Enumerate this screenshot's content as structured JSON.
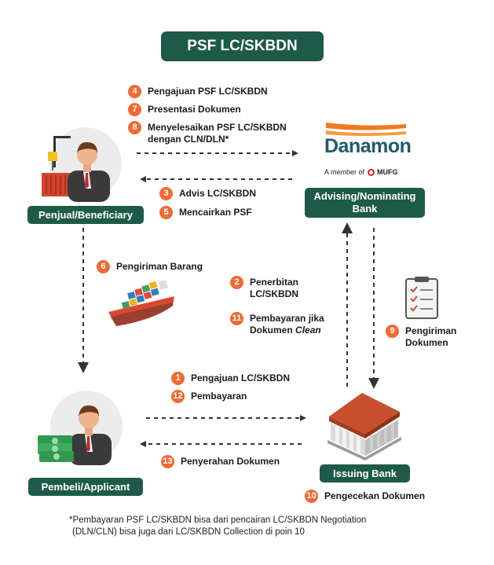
{
  "title": "PSF LC/SKBDN",
  "nodes": {
    "seller": "Penjual/Beneficiary",
    "bank_advising": "Advising/Nominating Bank",
    "buyer": "Pembeli/Applicant",
    "issuing_bank": "Issuing Bank"
  },
  "danamon": {
    "name": "Danamon",
    "member_prefix": "A member of",
    "member_brand": "MUFG"
  },
  "steps": {
    "s4": {
      "num": "4",
      "label": "Pengajuan PSF LC/SKBDN"
    },
    "s7": {
      "num": "7",
      "label": "Presentasi Dokumen"
    },
    "s8": {
      "num": "8",
      "label_line1": "Menyelesaikan PSF LC/SKBDN",
      "label_line2": "dengan CLN/DLN*"
    },
    "s3": {
      "num": "3",
      "label": "Advis LC/SKBDN"
    },
    "s5": {
      "num": "5",
      "label": "Mencairkan PSF"
    },
    "s6": {
      "num": "6",
      "label": "Pengiriman Barang"
    },
    "s2": {
      "num": "2",
      "label_line1": "Penerbitan",
      "label_line2": "LC/SKBDN"
    },
    "s11": {
      "num": "11",
      "label_line1": "Pembayaran jika",
      "label_line2_prefix": "Dokumen",
      "label_line2_italic": "Clean"
    },
    "s9": {
      "num": "9",
      "label_line1": "Pengiriman",
      "label_line2": "Dokumen"
    },
    "s1": {
      "num": "1",
      "label": "Pengajuan LC/SKBDN"
    },
    "s12": {
      "num": "12",
      "label": "Pembayaran"
    },
    "s13": {
      "num": "13",
      "label": "Penyerahan Dokumen"
    },
    "s10": {
      "num": "10",
      "label": "Pengecekan Dokumen"
    }
  },
  "footnote": {
    "line1": "*Pembayaran PSF LC/SKBDN bisa dari pencairan LC/SKBDN Negotiation",
    "line2": "(DLN/CLN) bisa juga dari LC/SKBDN Collection di poin 10"
  },
  "colors": {
    "primary": "#1e5a48",
    "accent": "#f06a33",
    "danamon_orange": "#f07a26",
    "danamon_blue": "#1e5a6e"
  },
  "icons": [
    "seller-businessman-icon",
    "crane-container-icon",
    "cargo-ship-icon",
    "checklist-document-icon",
    "buyer-businessman-icon",
    "money-stack-icon",
    "bank-building-icon"
  ]
}
